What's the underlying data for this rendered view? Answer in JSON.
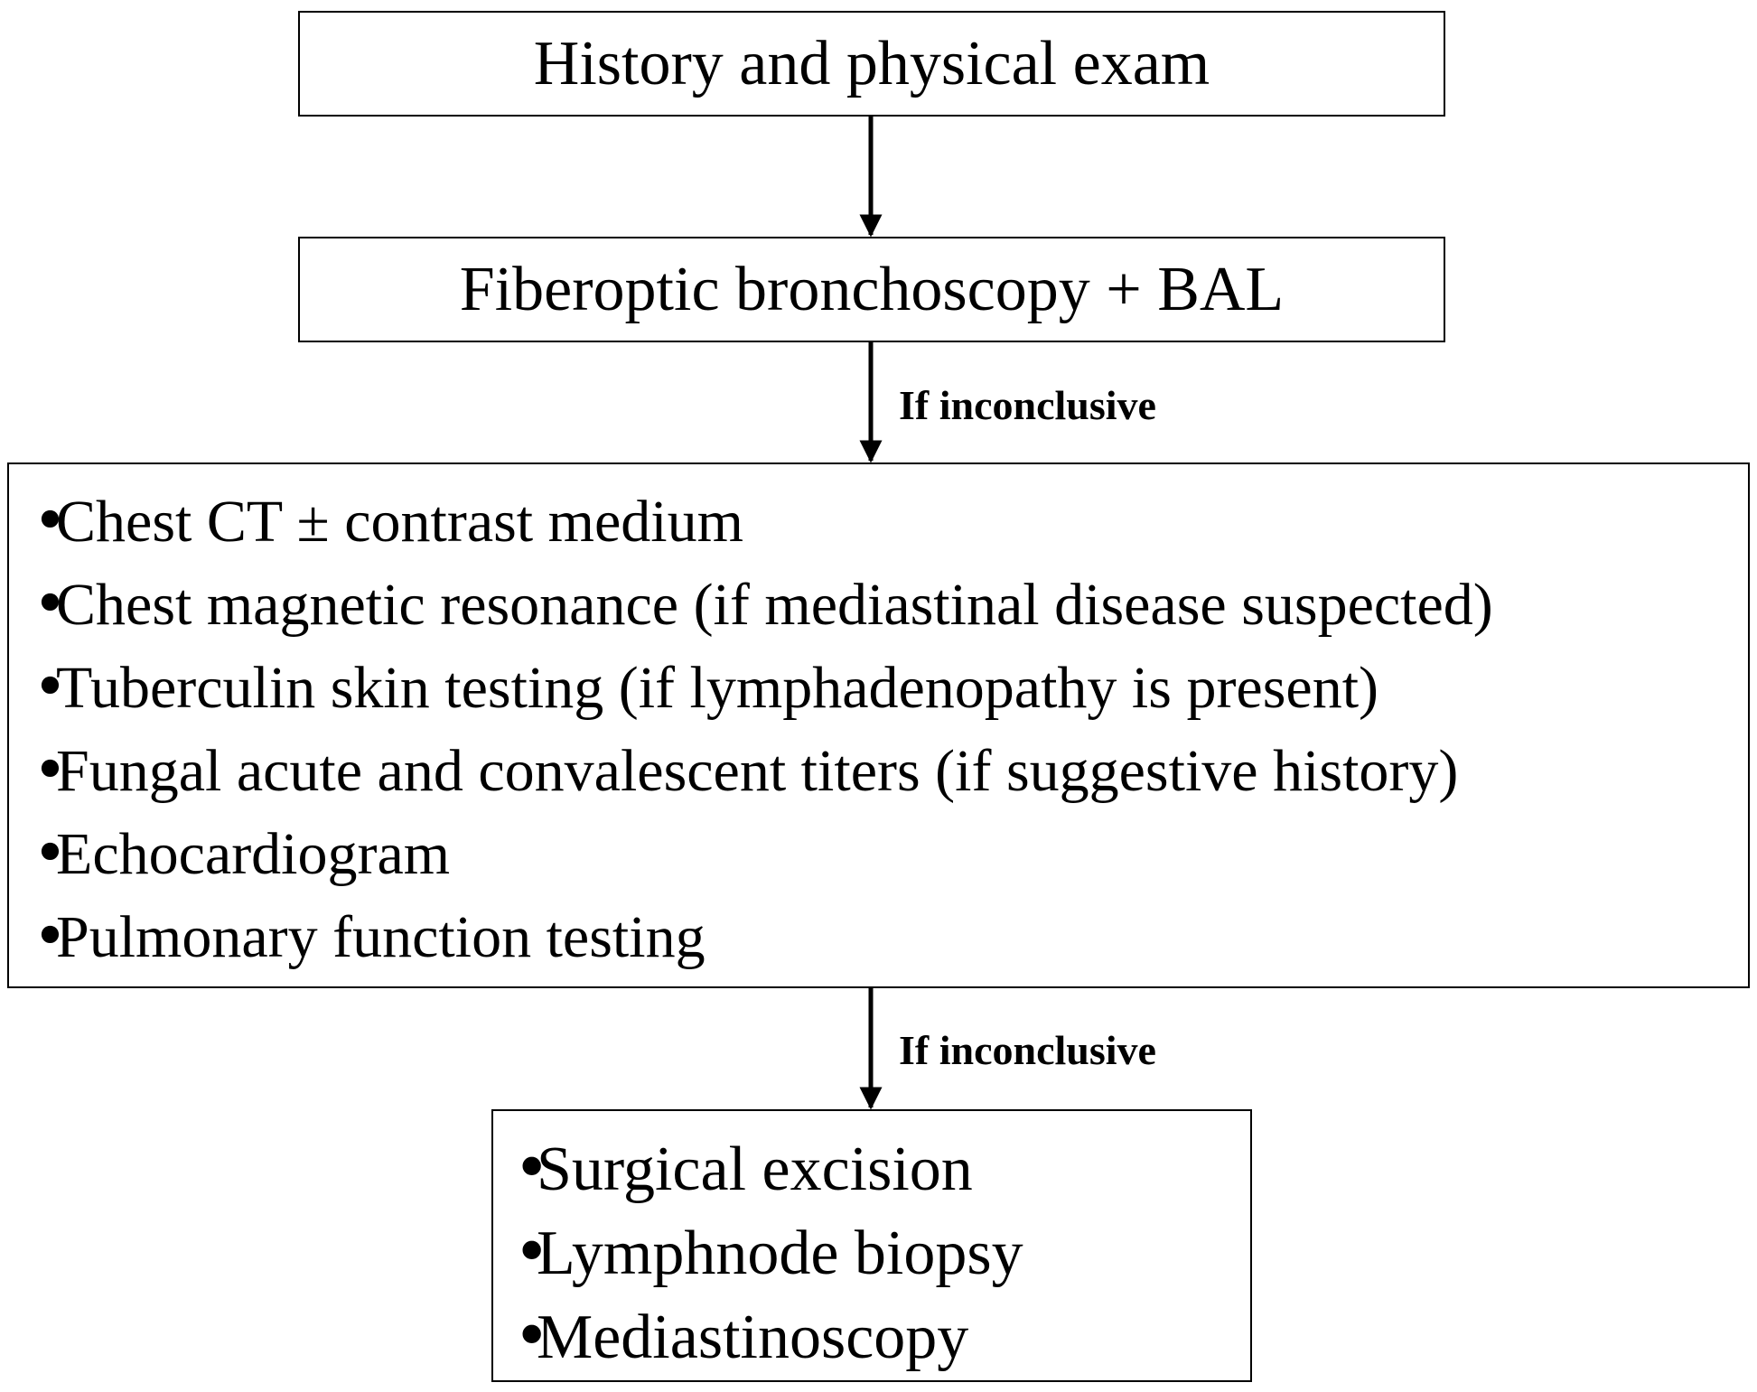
{
  "nodes": {
    "history": "History and physical exam",
    "bronchoscopy": "Fiberoptic bronchoscopy + BAL",
    "workup": [
      "Chest CT ± contrast medium",
      "Chest magnetic resonance (if mediastinal disease suspected)",
      "Tuberculin skin testing (if lymphadenopathy is present)",
      "Fungal acute and convalescent titers (if suggestive history)",
      "Echocardiogram",
      "Pulmonary function testing"
    ],
    "invasive": [
      "Surgical excision",
      "Lymphnode biopsy",
      "Mediastinoscopy"
    ]
  },
  "edges": {
    "history_to_bronchoscopy": "",
    "bronchoscopy_to_workup": "If inconclusive",
    "workup_to_invasive": "If inconclusive"
  },
  "bullet_glyph": "•",
  "colors": {
    "stroke": "#000000",
    "background": "#ffffff"
  }
}
